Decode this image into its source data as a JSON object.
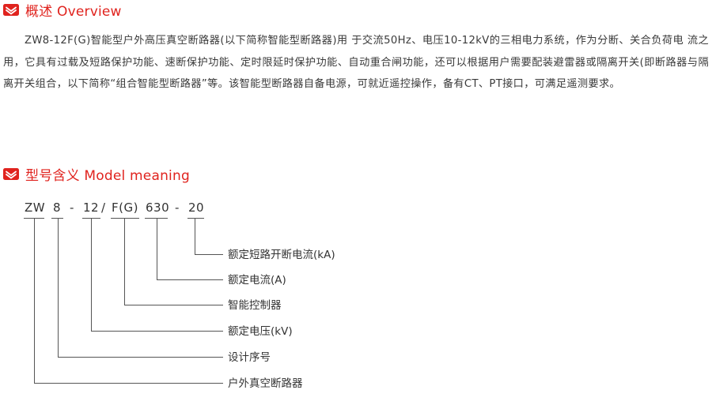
{
  "overview": {
    "title": "概述 Overview",
    "icon": "red-section-badge-icon",
    "paragraph": "ZW8-12F(G)智能型户外高压真空断路器(以下简称智能型断路器)用 于交流50Hz、电压10-12kV的三相电力系统，作为分断、关合负荷电 流之用，它具有过载及短路保护功能、速断保护功能、定时限延时保护功能、自动重合闸功能，还可以根据用户需要配装避雷器或隔离开关(即断路器与隔离开关组合，以下简称“组合智能型断路器”等。该智能型断路器自备电源，可就近遥控操作，备有CT、PT接口，可满足遥测要求。"
  },
  "model": {
    "title": "型号含义 Model meaning",
    "icon": "red-section-badge-icon",
    "code_parts": [
      "ZW",
      "8",
      "-",
      "12",
      "/",
      "F(G)",
      "630",
      "-",
      "20"
    ],
    "descriptions": [
      "额定短路开断电流(kA)",
      "额定电流(A)",
      "智能控制器",
      "额定电压(kV)",
      "设计序号",
      "户外真空断路器"
    ]
  },
  "colors": {
    "accent": "#e0231e",
    "text": "#333333",
    "line": "#555555"
  }
}
